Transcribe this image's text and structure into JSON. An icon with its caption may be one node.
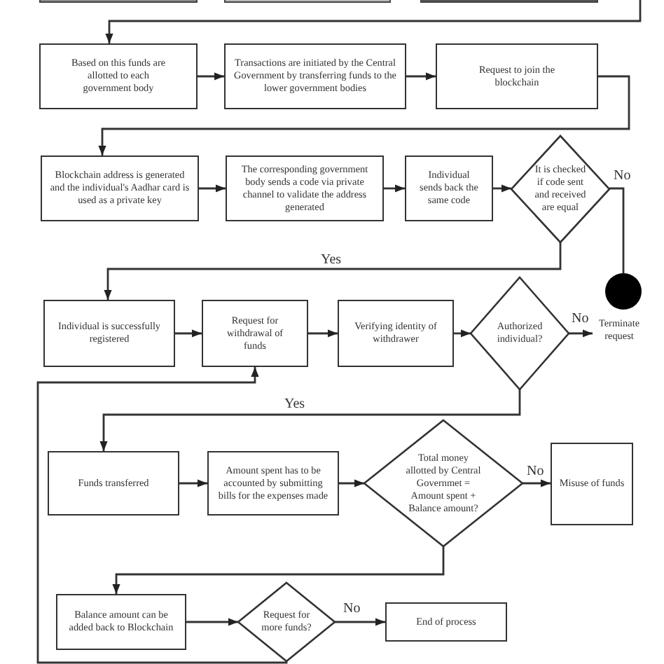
{
  "diagram": {
    "nodes": [
      {
        "text": [],
        "shape": "box"
      },
      {
        "text": [],
        "shape": "box"
      },
      {
        "text": [],
        "shape": "box"
      },
      {
        "text": [
          "Based on this funds are allotted to each government body"
        ]
      },
      {
        "text": [
          "Transactions are initiated by the Central Government by transferring funds to the lower government bodies"
        ]
      },
      {
        "text": [
          "Request to join the blockchain"
        ]
      },
      {
        "text": [
          "Blockchain address is generated and the individual's Aadhar card is used as a private key"
        ]
      },
      {
        "text": [
          "The corresponding government body sends a code via private channel to validate the address generated"
        ]
      },
      {
        "text": [
          "Individual sends back the same code"
        ]
      },
      {
        "text": [
          "It is checked if code sent and received are equal"
        ]
      },
      {
        "text": [],
        "shape": "circle"
      },
      {
        "text": [
          "Individual is successfully registered"
        ]
      },
      {
        "text": [
          "Request for withdrawal of funds"
        ]
      },
      {
        "text": [
          "Verifying identity of withdrawer"
        ]
      },
      {
        "text": [
          "Authorized individual?"
        ]
      },
      {
        "text": [
          "Terminate request"
        ]
      },
      {
        "text": [
          "Funds transferred"
        ]
      },
      {
        "text": [
          "Amount spent has to be accounted by submitting bills for the expenses made"
        ]
      },
      {
        "text": [
          "Total money allotted by Central Governmet = Amount spent + Balance amount?"
        ]
      },
      {
        "text": [
          "Misuse of funds"
        ]
      },
      {
        "text": [
          "Balance amount can be added back to Blockchain"
        ]
      },
      {
        "text": [
          "Request for more funds?"
        ]
      },
      {
        "text": [
          "End of process"
        ]
      }
    ],
    "edges": [
      {
        "from": null,
        "to": 3,
        "arrow": "to"
      },
      {
        "from": 3,
        "to": 4,
        "arrow": "to"
      },
      {
        "from": 4,
        "to": 5,
        "arrow": "to"
      },
      {
        "from": 5,
        "to": 6,
        "arrow": "to"
      },
      {
        "from": 6,
        "to": 7,
        "arrow": "to"
      },
      {
        "from": 7,
        "to": 8,
        "arrow": "to"
      },
      {
        "from": 8,
        "to": 9,
        "arrow": "to"
      },
      {
        "from": 9,
        "to": 10,
        "arrow": "none",
        "label": "No"
      },
      {
        "from": 9,
        "to": 11,
        "arrow": "to",
        "label": "Yes"
      },
      {
        "from": 11,
        "to": 12,
        "arrow": "to"
      },
      {
        "from": 12,
        "to": 13,
        "arrow": "to"
      },
      {
        "from": 13,
        "to": 14,
        "arrow": "to"
      },
      {
        "from": 14,
        "to": 15,
        "arrow": "to",
        "label": "No"
      },
      {
        "from": 14,
        "to": 16,
        "arrow": "to",
        "label": "Yes"
      },
      {
        "from": 16,
        "to": 17,
        "arrow": "to"
      },
      {
        "from": 17,
        "to": 18,
        "arrow": "to"
      },
      {
        "from": 18,
        "to": 19,
        "arrow": "to",
        "label": "No"
      },
      {
        "from": 18,
        "to": 20,
        "arrow": "to"
      },
      {
        "from": 20,
        "to": 21,
        "arrow": "to"
      },
      {
        "from": 21,
        "to": 22,
        "arrow": "to",
        "label": "No"
      },
      {
        "from": 21,
        "to": 12,
        "arrow": "to"
      }
    ]
  }
}
